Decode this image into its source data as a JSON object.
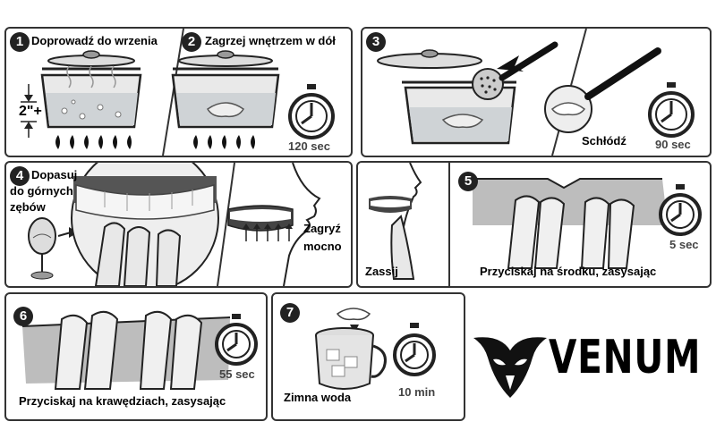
{
  "steps": [
    {
      "number": "1",
      "label": "Doprowadź do wrzenia",
      "measure": "2\"+"
    },
    {
      "number": "2",
      "label": "Zagrzej wnętrzem w dół",
      "timer": "120 sec"
    },
    {
      "number": "3",
      "label": "Schłódź",
      "timer": "90 sec"
    },
    {
      "number": "4",
      "label_lines": [
        "Dopasuj",
        "do górnych",
        "zębów"
      ],
      "label2_lines": [
        "Zagryź",
        "mocno"
      ]
    },
    {
      "number": "5",
      "label_left": "Zassij",
      "label": "Przyciskaj na środku, zasysając",
      "timer": "5 sec"
    },
    {
      "number": "6",
      "label": "Przyciskaj na krawędziach, zasysając",
      "timer": "55 sec"
    },
    {
      "number": "7",
      "label": "Zimna woda",
      "timer": "10 min"
    }
  ],
  "brand": {
    "name": "VENUM"
  },
  "icons": [
    "pot-icon",
    "steam-icon",
    "flame-icon",
    "stopwatch-icon",
    "slotted-spoon-icon",
    "mouthguard-icon",
    "mirror-icon",
    "cup-icon",
    "snake-logo-icon"
  ]
}
